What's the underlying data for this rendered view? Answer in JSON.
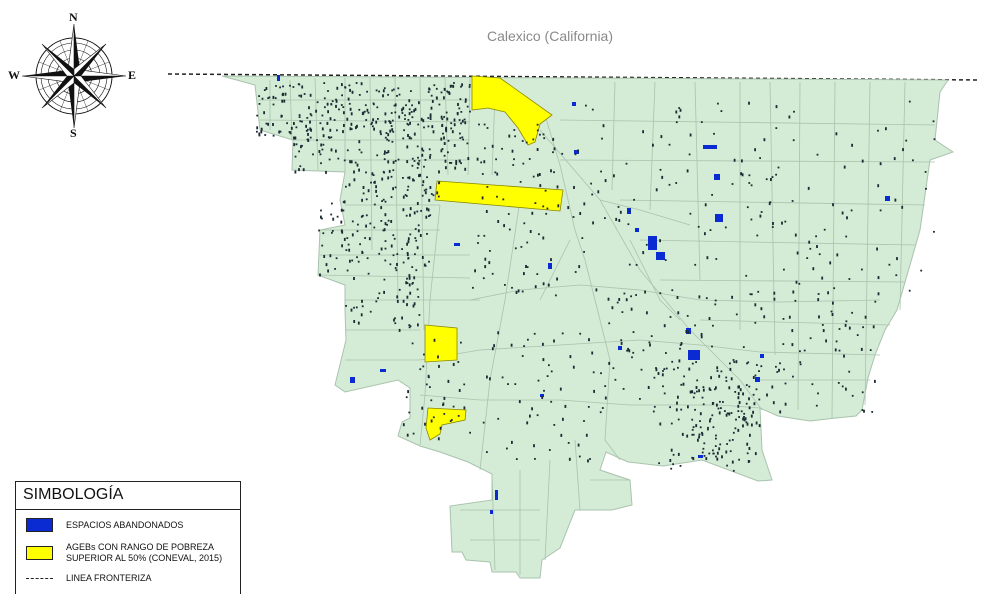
{
  "map": {
    "region_label": "Calexico (California)",
    "colors": {
      "city_fill": "#d4ebd6",
      "block_line": "#a9c3ad",
      "abandoned": "#0a2bd1",
      "poverty": "#ffff00",
      "dots": "#1b2a33",
      "border": "#222222"
    }
  },
  "compass": {
    "north": "N",
    "south": "S",
    "east": "E",
    "west": "W"
  },
  "legend": {
    "title": "SIMBOLOGÍA",
    "items": [
      {
        "label": "ESPACIOS ABANDONADOS",
        "symbol": "blue-swatch"
      },
      {
        "label": "AGEBs CON RANGO DE POBREZA SUPERIOR AL 50% (CONEVAL, 2015)",
        "symbol": "yellow-swatch"
      },
      {
        "label": "LINEA FRONTERIZA",
        "symbol": "dashed-line"
      }
    ]
  }
}
